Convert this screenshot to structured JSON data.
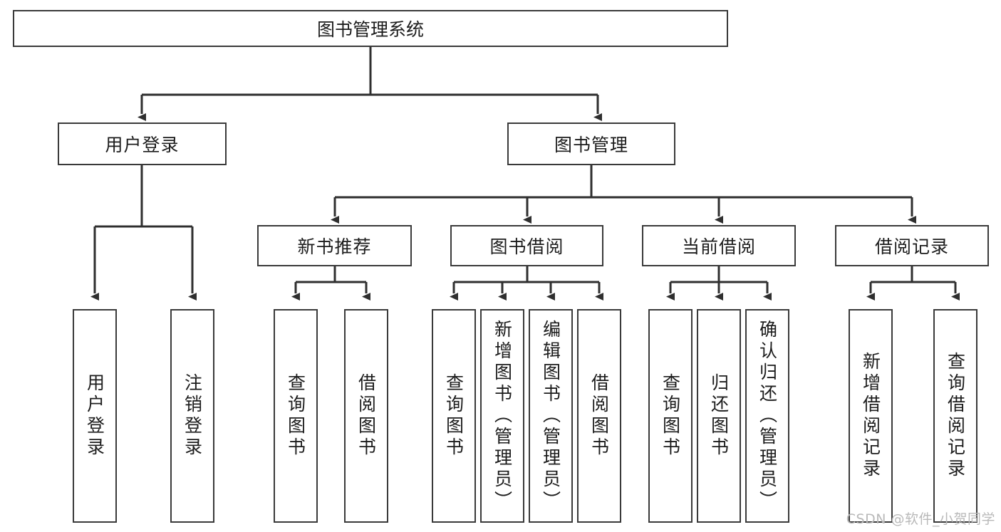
{
  "diagram": {
    "title": "图书管理系统",
    "watermark": "CSDN @软件_小贺同学",
    "line_color": "#2f2f2f",
    "box_border_color": "#3a3a3a",
    "background": "#ffffff",
    "root": {
      "label": "图书管理系统"
    },
    "level2": [
      {
        "label": "用户登录"
      },
      {
        "label": "图书管理"
      }
    ],
    "level3": [
      {
        "label": "新书推荐"
      },
      {
        "label": "图书借阅"
      },
      {
        "label": "当前借阅"
      },
      {
        "label": "借阅记录"
      }
    ],
    "leaves": {
      "user_login": [
        {
          "label": "用户登录"
        },
        {
          "label": "注销登录"
        }
      ],
      "new_book_recommend": [
        {
          "label": "查询图书"
        },
        {
          "label": "借阅图书"
        }
      ],
      "book_borrow": [
        {
          "label": "查询图书"
        },
        {
          "label": "新增图书（管理员）"
        },
        {
          "label": "编辑图书（管理员）"
        },
        {
          "label": "借阅图书"
        }
      ],
      "current_borrow": [
        {
          "label": "查询图书"
        },
        {
          "label": "归还图书"
        },
        {
          "label": "确认归还（管理员）"
        }
      ],
      "borrow_record": [
        {
          "label": "新增借阅记录"
        },
        {
          "label": "查询借阅记录"
        }
      ]
    }
  }
}
